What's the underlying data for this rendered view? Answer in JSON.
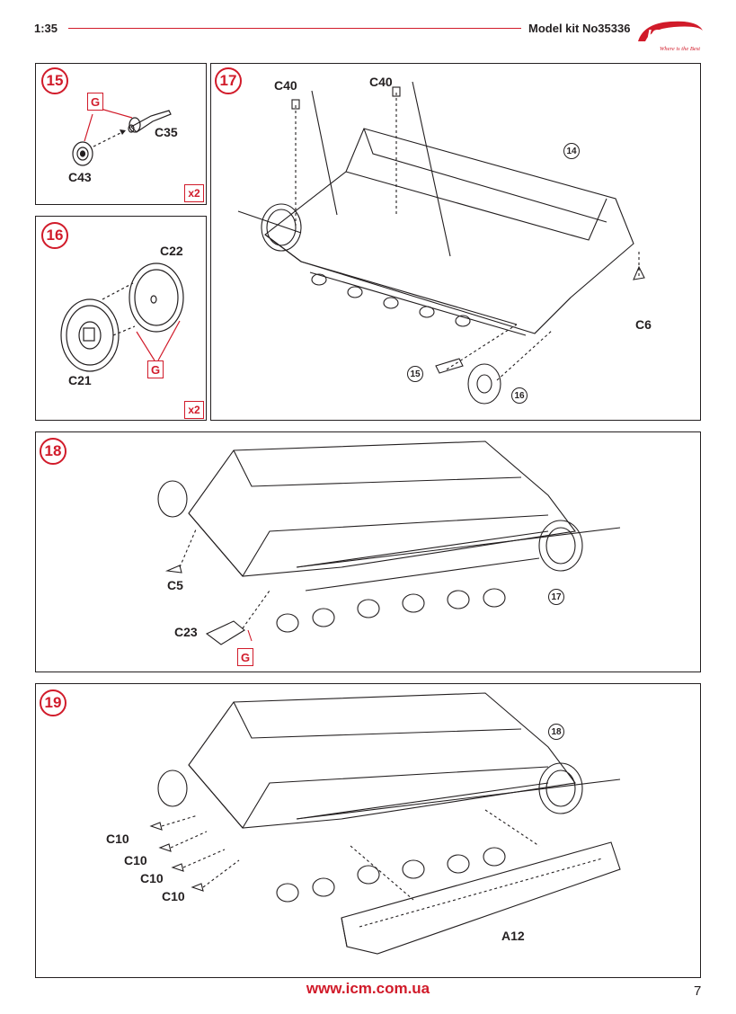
{
  "header": {
    "scale": "1:35",
    "kit": "Model kit No35336",
    "brand": "ICM",
    "brand_tagline": "Where is the Best",
    "accent_color": "#d11b2a"
  },
  "step15": {
    "number": "15",
    "parts": [
      "C35",
      "C43"
    ],
    "glue": "G",
    "qty": "x2"
  },
  "step16": {
    "number": "16",
    "parts": [
      "C22",
      "C21"
    ],
    "glue": "G",
    "qty": "x2"
  },
  "step17": {
    "number": "17",
    "parts": [
      "C40",
      "C40",
      "C6"
    ],
    "refs": [
      "14",
      "15",
      "16"
    ]
  },
  "step18": {
    "number": "18",
    "parts": [
      "C5",
      "C23"
    ],
    "glue": "G",
    "refs": [
      "17"
    ]
  },
  "step19": {
    "number": "19",
    "parts": [
      "C10",
      "C10",
      "C10",
      "C10",
      "A12"
    ],
    "refs": [
      "18"
    ]
  },
  "footer": {
    "url": "www.icm.com.ua",
    "page": "7"
  }
}
